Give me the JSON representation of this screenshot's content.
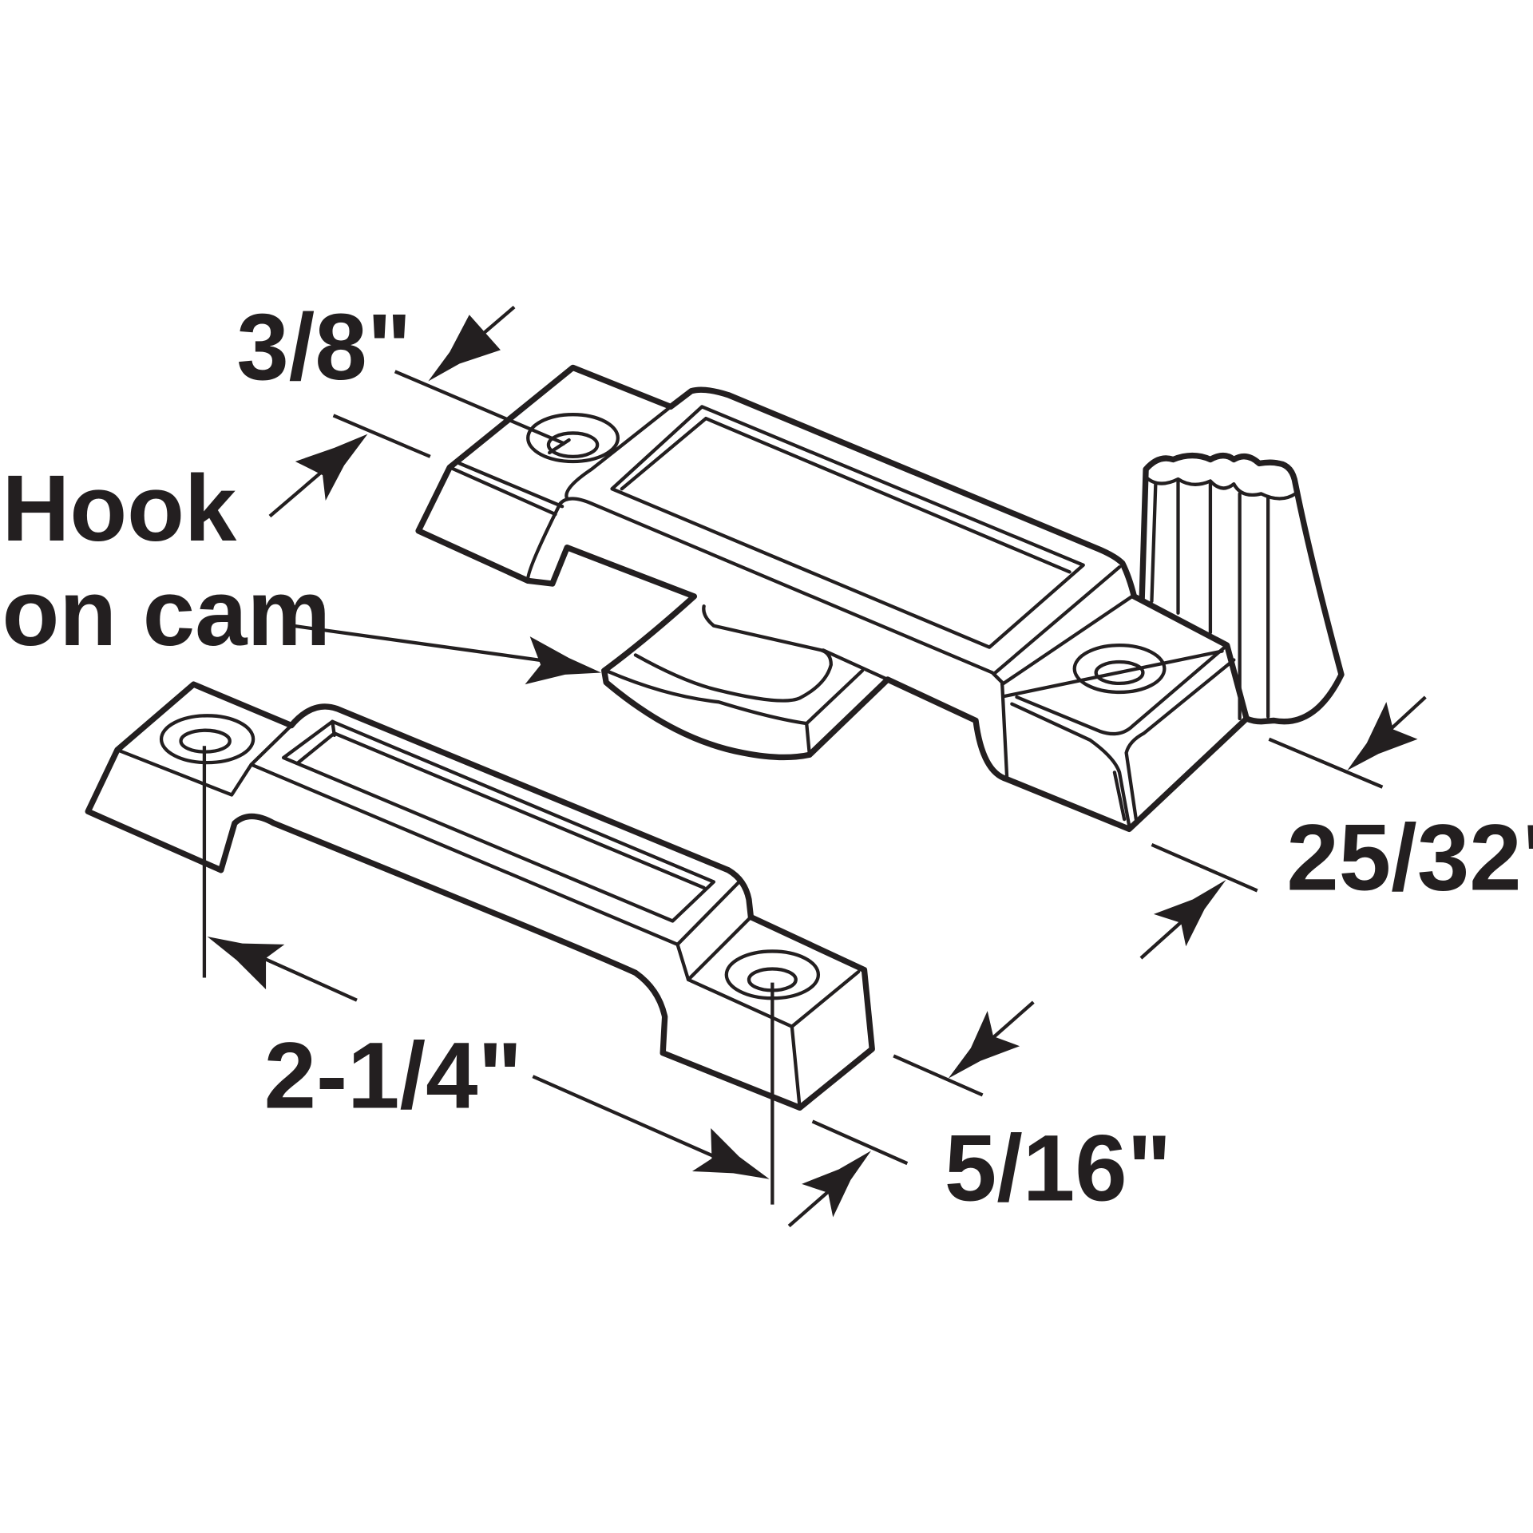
{
  "colors": {
    "line": "#231f20",
    "background": "#ffffff"
  },
  "labels": {
    "hook_line1": "Hook",
    "hook_line2": "on cam",
    "dim_3_8": "3/8\"",
    "dim_25_32": "25/32\"",
    "dim_2_1_4": "2-1/4\"",
    "dim_5_16": "5/16\""
  }
}
